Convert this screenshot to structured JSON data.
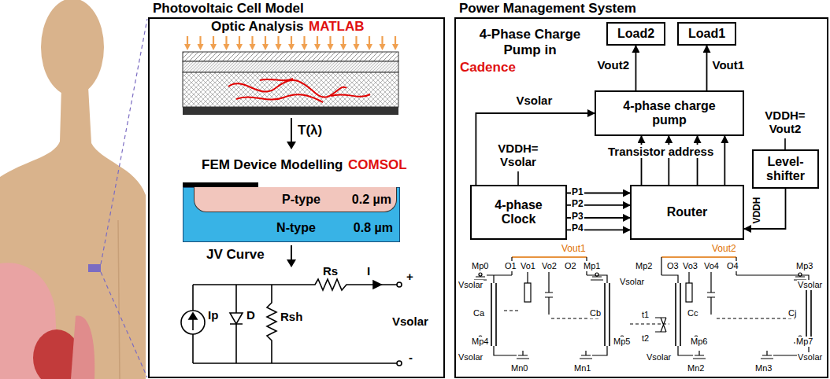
{
  "diagram": {
    "nodes": [
      {
        "text": [
          "Photovoltaic Cell Model"
        ]
      },
      {
        "text": [
          "N-type",
          "0.8 µm"
        ],
        "in": 0
      },
      {
        "text": [
          "P-type",
          "0.2 µm"
        ],
        "in": 1
      },
      {
        "text": [
          "Power Management System"
        ]
      },
      {
        "text": [
          "Load2"
        ],
        "in": 3
      },
      {
        "text": [
          "Load1"
        ],
        "in": 3
      },
      {
        "text": [
          "4-phase charge pump"
        ],
        "in": 3
      },
      {
        "text": [
          "4-phase Clock"
        ],
        "in": 3
      },
      {
        "text": [
          "Router"
        ],
        "in": 3
      },
      {
        "text": [
          "Level-shifter"
        ],
        "in": 3
      }
    ],
    "edges": [
      {
        "from": 6,
        "to": 4,
        "arrow": "to",
        "label": "Vout2"
      },
      {
        "from": 6,
        "to": 5,
        "arrow": "to",
        "label": "Vout1"
      },
      {
        "from": 7,
        "to": 6,
        "arrow": "to",
        "label": "Vsolar"
      },
      {
        "from": 7,
        "to": 8,
        "arrow": "to",
        "label": "P1"
      },
      {
        "from": 7,
        "to": 8,
        "arrow": "to",
        "label": "P2"
      },
      {
        "from": 7,
        "to": 8,
        "arrow": "to",
        "label": "P3"
      },
      {
        "from": 7,
        "to": 8,
        "arrow": "to",
        "label": "P4"
      },
      {
        "from": 8,
        "to": 6,
        "arrow": "to"
      },
      {
        "from": 8,
        "to": 6,
        "arrow": "to"
      },
      {
        "from": 8,
        "to": 6,
        "arrow": "to"
      },
      {
        "from": 8,
        "to": 6,
        "arrow": "to"
      },
      {
        "from": 9,
        "to": 8,
        "arrow": "to",
        "label": "VDDH"
      }
    ],
    "labels": [
      "Optic Analysis",
      "MATLAB",
      "T(λ)",
      "FEM Device Modelling",
      "COMSOL",
      "JV Curve",
      "Ip",
      "D",
      "Rsh",
      "Rs",
      "I",
      "+",
      "Vsolar",
      "-",
      "4-Phase Charge Pump in",
      "Cadence",
      "VDDH= Vsolar",
      "Transistor address",
      "VDDH= Vout2",
      "Vout1",
      "Vout2",
      "Mp0",
      "Vsolar",
      "O1",
      "Vo1",
      "Vo2",
      "O2",
      "Mp1",
      "Mp2",
      "Vsolar",
      "O3",
      "Vo3",
      "Vo4",
      "O4",
      "Mp3",
      "Vsolar",
      "Ca",
      "Cb",
      "t1",
      "t2",
      "Cc",
      "Cj",
      "Mp4",
      "Vsolar",
      "Mp5",
      "Vsolar",
      "Mp6",
      "Mp7",
      "Vsolar",
      "Mn0",
      "Mn1",
      "Mn2",
      "Mn3"
    ]
  }
}
